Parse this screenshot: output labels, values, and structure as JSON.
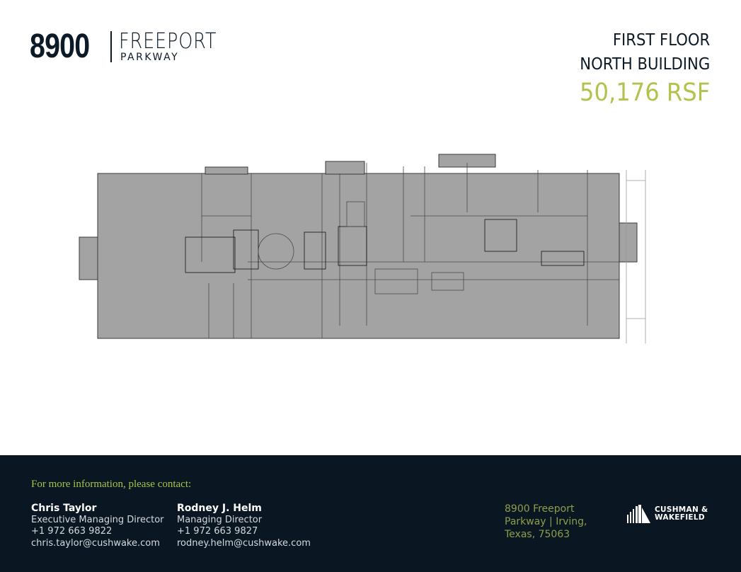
{
  "logo": {
    "number": "8900",
    "name": "FREEPORT",
    "sub": "PARKWAY"
  },
  "header": {
    "floor": "FIRST FLOOR",
    "building": "NORTH BUILDING",
    "area": "50,176 RSF"
  },
  "footer": {
    "prompt": "For more information, please contact:",
    "contacts": [
      {
        "name": "Chris Taylor",
        "title": "Executive Managing Director",
        "phone": "+1 972 663 9822",
        "email": "chris.taylor@cushwake.com"
      },
      {
        "name": "Rodney J. Helm",
        "title": "Managing Director",
        "phone": "+1 972 663 9827",
        "email": "rodney.helm@cushwake.com"
      }
    ],
    "address": "8900 Freeport Parkway | Irving, Texas, 75063",
    "brand": {
      "line1": "CUSHMAN &",
      "line2": "WAKEFIELD"
    }
  },
  "colors": {
    "accent": "#b5c14f",
    "footer_bg": "#0a1722",
    "plan_fill": "#a3a3a3"
  }
}
